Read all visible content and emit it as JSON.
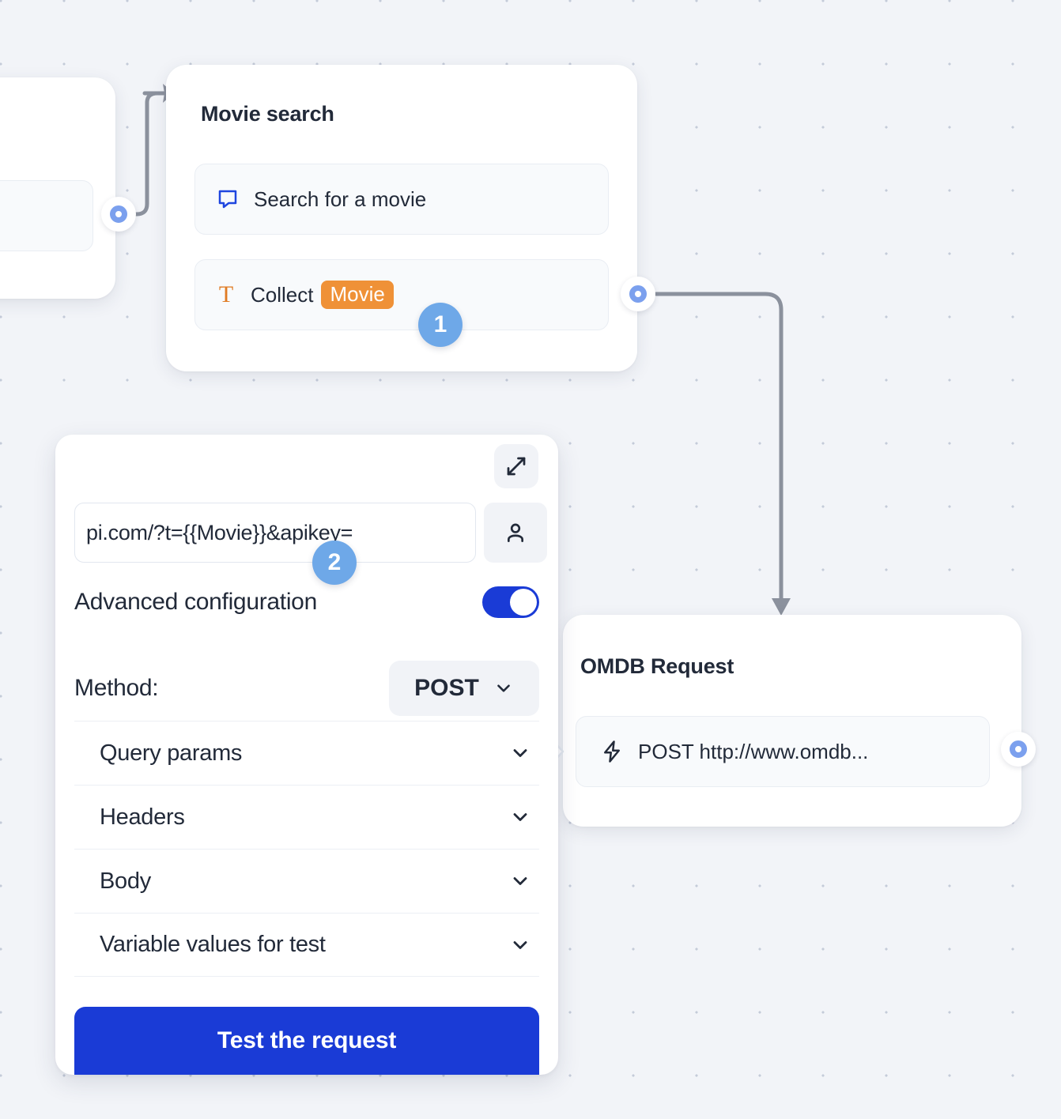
{
  "canvas": {
    "background_color": "#f2f4f8",
    "dot_color": "#c4cbd9"
  },
  "nodes": {
    "left_partial": {
      "name": "partial-node"
    },
    "movie_search": {
      "title": "Movie search",
      "rows": [
        {
          "icon": "speech-bubble-icon",
          "label": "Search for a movie"
        },
        {
          "icon": "text-t-icon",
          "label": "Collect",
          "variable_chip": "Movie"
        }
      ]
    },
    "omdb_request": {
      "title": "OMDB Request",
      "rows": [
        {
          "icon": "lightning-bolt-icon",
          "label": "POST http://www.omdb..."
        }
      ]
    }
  },
  "badges": [
    {
      "label": "1",
      "color": "#6ea8e8"
    },
    {
      "label": "2",
      "color": "#6ea8e8"
    }
  ],
  "panel": {
    "expand_icon": "expand-diagonal-icon",
    "url": {
      "value": "pi.com/?t={{Movie}}&apikey=",
      "placeholder": "Enter request URL"
    },
    "user_icon": "user-icon",
    "advanced": {
      "label": "Advanced configuration",
      "toggle_on": true,
      "toggle_color": "#1a3bd6"
    },
    "method": {
      "label": "Method:",
      "value": "POST",
      "chevron_icon": "chevron-down-icon"
    },
    "sections": [
      {
        "label": "Query params",
        "chevron_icon": "chevron-down-icon"
      },
      {
        "label": "Headers",
        "chevron_icon": "chevron-down-icon"
      },
      {
        "label": "Body",
        "chevron_icon": "chevron-down-icon"
      },
      {
        "label": "Variable values for test",
        "chevron_icon": "chevron-down-icon"
      }
    ],
    "test_button": {
      "label": "Test the request",
      "color": "#1a3bd6"
    }
  },
  "handles": {
    "accent_color": "#7ba0ee"
  },
  "edges": {
    "stroke_color": "#8b919d"
  }
}
